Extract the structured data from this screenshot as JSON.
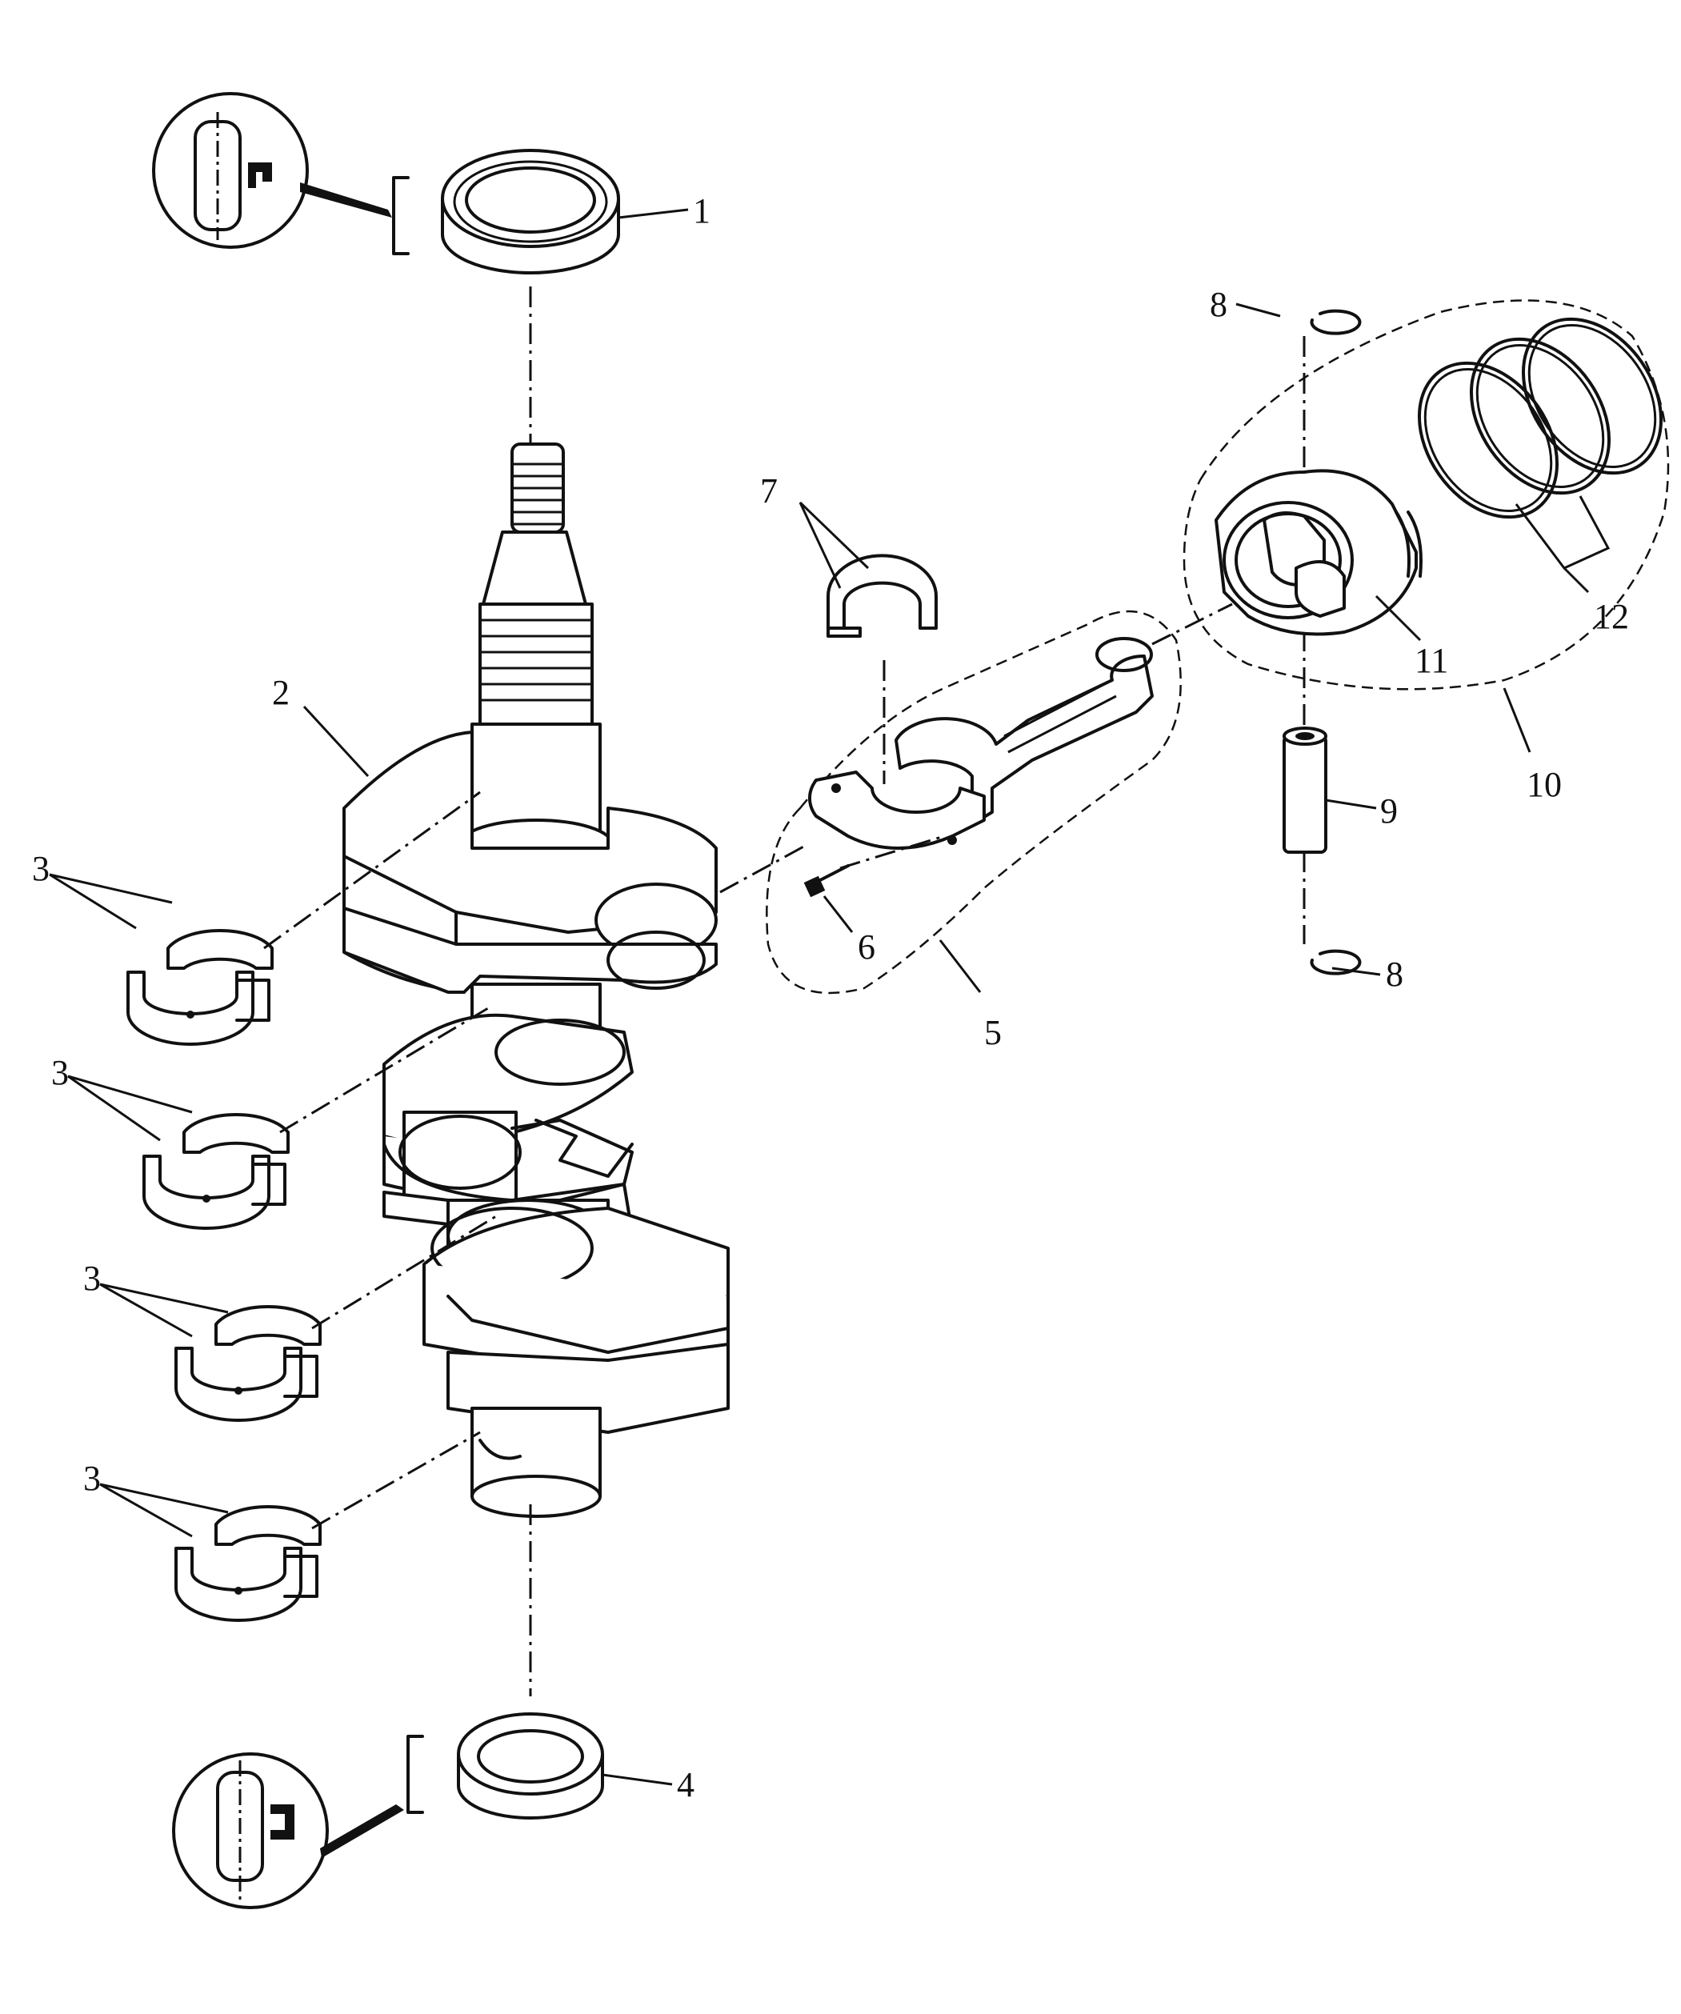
{
  "callouts": [
    {
      "id": "1",
      "text": "1"
    },
    {
      "id": "2",
      "text": "2"
    },
    {
      "id": "3a",
      "text": "3"
    },
    {
      "id": "3b",
      "text": "3"
    },
    {
      "id": "3c",
      "text": "3"
    },
    {
      "id": "3d",
      "text": "3"
    },
    {
      "id": "4",
      "text": "4"
    },
    {
      "id": "5",
      "text": "5"
    },
    {
      "id": "6",
      "text": "6"
    },
    {
      "id": "7",
      "text": "7"
    },
    {
      "id": "8a",
      "text": "8"
    },
    {
      "id": "8b",
      "text": "8"
    },
    {
      "id": "9",
      "text": "9"
    },
    {
      "id": "10",
      "text": "10"
    },
    {
      "id": "11",
      "text": "11"
    },
    {
      "id": "12",
      "text": "12"
    }
  ],
  "icons": {
    "top_detail": "seal-lip-orientation-icon",
    "bottom_detail": "seal-lip-orientation-icon"
  }
}
